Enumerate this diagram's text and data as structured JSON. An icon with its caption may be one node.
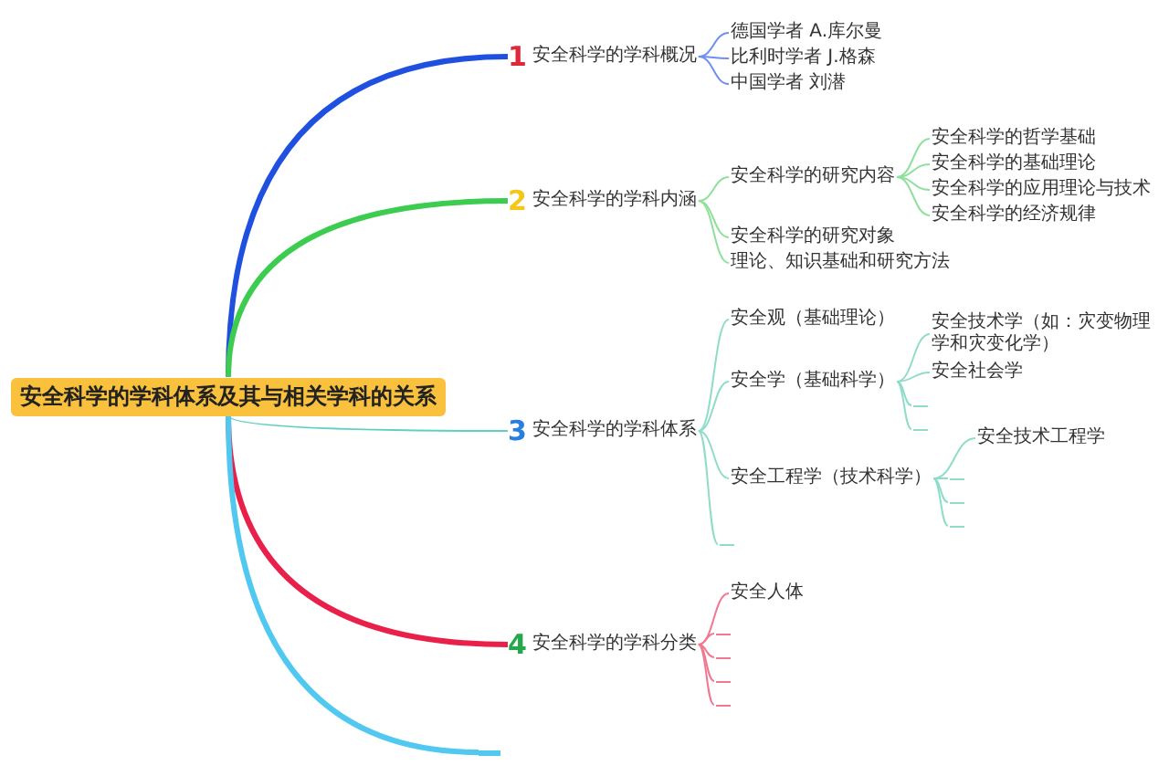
{
  "diagram": {
    "nodes": [
      {
        "text": [
          "安全科学的学科体系及其与相关学科的关系"
        ]
      },
      {
        "text": [
          "1",
          "安全科学的学科概况"
        ]
      },
      {
        "text": [
          "德国学者 A.库尔曼"
        ]
      },
      {
        "text": [
          "比利时学者 J.格森"
        ]
      },
      {
        "text": [
          "中国学者 刘潜"
        ]
      },
      {
        "text": [
          "2",
          "安全科学的学科内涵"
        ]
      },
      {
        "text": [
          "安全科学的研究内容"
        ]
      },
      {
        "text": [
          "安全科学的哲学基础"
        ]
      },
      {
        "text": [
          "安全科学的基础理论"
        ]
      },
      {
        "text": [
          "安全科学的应用理论与技术"
        ]
      },
      {
        "text": [
          "安全科学的经济规律"
        ]
      },
      {
        "text": [
          "安全科学的研究对象"
        ]
      },
      {
        "text": [
          "理论、知识基础和研究方法"
        ]
      },
      {
        "text": [
          "3",
          "安全科学的学科体系"
        ]
      },
      {
        "text": [
          "安全观（基础理论）"
        ]
      },
      {
        "text": [
          "安全学（基础科学）"
        ]
      },
      {
        "text": [
          "安全技术学（如：灾变物理学和灾变化学）"
        ]
      },
      {
        "text": [
          "安全社会学"
        ]
      },
      {
        "text": [],
        "shape": "line"
      },
      {
        "text": [],
        "shape": "line"
      },
      {
        "text": [
          "安全工程学（技术科学）"
        ]
      },
      {
        "text": [
          "安全技术工程学"
        ]
      },
      {
        "text": [],
        "shape": "line"
      },
      {
        "text": [],
        "shape": "line"
      },
      {
        "text": [],
        "shape": "line"
      },
      {
        "text": [],
        "shape": "line"
      },
      {
        "text": [
          "4",
          "安全科学的学科分类"
        ]
      },
      {
        "text": [
          "安全人体"
        ]
      },
      {
        "text": [],
        "shape": "line"
      },
      {
        "text": [],
        "shape": "line"
      },
      {
        "text": [],
        "shape": "line"
      },
      {
        "text": [],
        "shape": "line"
      },
      {
        "text": [],
        "shape": "line"
      }
    ],
    "edges": [
      {
        "from": 0,
        "to": 1,
        "arrow": "none",
        "style": "thick",
        "color": "#1f50e0"
      },
      {
        "from": 0,
        "to": 5,
        "arrow": "none",
        "style": "thick",
        "color": "#3ccc50"
      },
      {
        "from": 0,
        "to": 13,
        "arrow": "none",
        "color": "#5fd0c0"
      },
      {
        "from": 0,
        "to": 26,
        "arrow": "none",
        "style": "thick",
        "color": "#e8204a"
      },
      {
        "from": 0,
        "to": 32,
        "arrow": "none",
        "style": "thick",
        "color": "#50c8f0"
      },
      {
        "from": 1,
        "to": 2,
        "arrow": "none",
        "color": "#6f8ff0"
      },
      {
        "from": 1,
        "to": 3,
        "arrow": "none",
        "color": "#6f8ff0"
      },
      {
        "from": 1,
        "to": 4,
        "arrow": "none",
        "color": "#6f8ff0"
      },
      {
        "from": 5,
        "to": 6,
        "arrow": "none",
        "color": "#8fe09a"
      },
      {
        "from": 6,
        "to": 7,
        "arrow": "none",
        "color": "#8fe09a"
      },
      {
        "from": 6,
        "to": 8,
        "arrow": "none",
        "color": "#8fe09a"
      },
      {
        "from": 6,
        "to": 9,
        "arrow": "none",
        "color": "#8fe09a"
      },
      {
        "from": 6,
        "to": 10,
        "arrow": "none",
        "color": "#8fe09a"
      },
      {
        "from": 5,
        "to": 11,
        "arrow": "none",
        "color": "#8fe09a"
      },
      {
        "from": 5,
        "to": 12,
        "arrow": "none",
        "color": "#8fe09a"
      },
      {
        "from": 13,
        "to": 14,
        "arrow": "none",
        "color": "#8fdcc8"
      },
      {
        "from": 13,
        "to": 15,
        "arrow": "none",
        "color": "#8fdcc8"
      },
      {
        "from": 13,
        "to": 20,
        "arrow": "none",
        "color": "#8fdcc8"
      },
      {
        "from": 13,
        "to": 25,
        "arrow": "none",
        "color": "#8fdcc8"
      },
      {
        "from": 15,
        "to": 16,
        "arrow": "none",
        "color": "#8fdcc8"
      },
      {
        "from": 15,
        "to": 17,
        "arrow": "none",
        "color": "#8fdcc8"
      },
      {
        "from": 15,
        "to": 18,
        "arrow": "none",
        "color": "#8fdcc8"
      },
      {
        "from": 15,
        "to": 19,
        "arrow": "none",
        "color": "#8fdcc8"
      },
      {
        "from": 20,
        "to": 21,
        "arrow": "none",
        "color": "#8fdcc8"
      },
      {
        "from": 20,
        "to": 22,
        "arrow": "none",
        "color": "#8fdcc8"
      },
      {
        "from": 20,
        "to": 23,
        "arrow": "none",
        "color": "#8fdcc8"
      },
      {
        "from": 20,
        "to": 24,
        "arrow": "none",
        "color": "#8fdcc8"
      },
      {
        "from": 26,
        "to": 27,
        "arrow": "none",
        "color": "#f07890"
      },
      {
        "from": 26,
        "to": 28,
        "arrow": "none",
        "color": "#f07890"
      },
      {
        "from": 26,
        "to": 29,
        "arrow": "none",
        "color": "#f07890"
      },
      {
        "from": 26,
        "to": 30,
        "arrow": "none",
        "color": "#f07890"
      },
      {
        "from": 26,
        "to": 31,
        "arrow": "none",
        "color": "#f07890"
      }
    ]
  }
}
